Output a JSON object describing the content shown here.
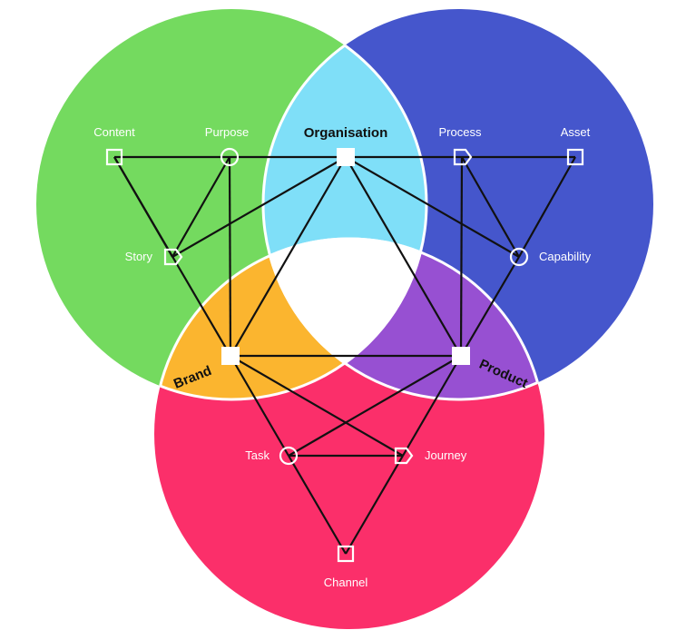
{
  "colors": {
    "green": "#74DA5F",
    "blue": "#4556CC",
    "red": "#FB2F6A",
    "light_blue": "#7FDFF8",
    "orange": "#FBB52F",
    "purple": "#9750D2",
    "center": "#FFFFFF",
    "lines": "#111111",
    "node_white": "#FFFFFF"
  },
  "regions": {
    "organisation": "Organisation",
    "brand": "Brand",
    "product": "Product"
  },
  "nodes": [
    {
      "id": "content",
      "label": "Content",
      "shape": "square-icon"
    },
    {
      "id": "purpose",
      "label": "Purpose",
      "shape": "circle-icon"
    },
    {
      "id": "story",
      "label": "Story",
      "shape": "pentagon-tag-icon"
    },
    {
      "id": "organisation",
      "label": "",
      "shape": "filled-square-icon"
    },
    {
      "id": "process",
      "label": "Process",
      "shape": "pentagon-tag-icon"
    },
    {
      "id": "asset",
      "label": "Asset",
      "shape": "square-icon"
    },
    {
      "id": "capability",
      "label": "Capability",
      "shape": "circle-icon"
    },
    {
      "id": "brand",
      "label": "",
      "shape": "filled-square-icon"
    },
    {
      "id": "product",
      "label": "",
      "shape": "filled-square-icon"
    },
    {
      "id": "task",
      "label": "Task",
      "shape": "circle-icon"
    },
    {
      "id": "journey",
      "label": "Journey",
      "shape": "pentagon-tag-icon"
    },
    {
      "id": "channel",
      "label": "Channel",
      "shape": "square-icon"
    }
  ],
  "edges": [
    [
      "content",
      "purpose"
    ],
    [
      "content",
      "story"
    ],
    [
      "content",
      "brand"
    ],
    [
      "purpose",
      "organisation"
    ],
    [
      "purpose",
      "story"
    ],
    [
      "purpose",
      "brand"
    ],
    [
      "story",
      "organisation"
    ],
    [
      "organisation",
      "brand"
    ],
    [
      "organisation",
      "product"
    ],
    [
      "organisation",
      "process"
    ],
    [
      "organisation",
      "capability"
    ],
    [
      "process",
      "asset"
    ],
    [
      "process",
      "capability"
    ],
    [
      "process",
      "product"
    ],
    [
      "asset",
      "capability"
    ],
    [
      "capability",
      "product"
    ],
    [
      "brand",
      "product"
    ],
    [
      "brand",
      "task"
    ],
    [
      "brand",
      "journey"
    ],
    [
      "product",
      "task"
    ],
    [
      "product",
      "journey"
    ],
    [
      "task",
      "journey"
    ],
    [
      "task",
      "channel"
    ],
    [
      "journey",
      "channel"
    ]
  ]
}
